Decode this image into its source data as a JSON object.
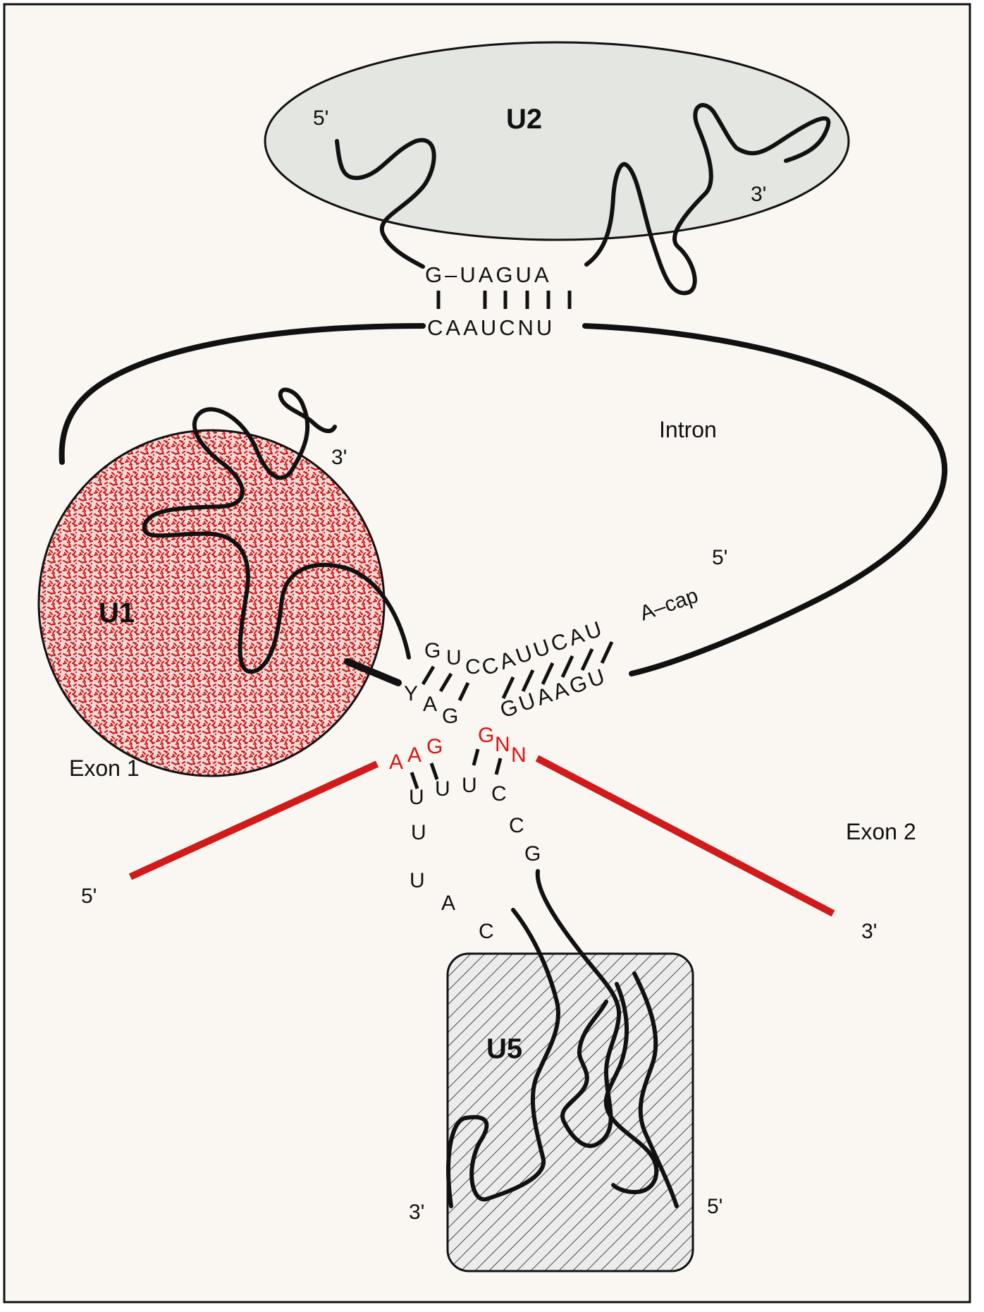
{
  "particles": {
    "u2": "U2",
    "u1": "U1",
    "u5": "U5"
  },
  "labels": {
    "intron": "Intron",
    "exon1": "Exon 1",
    "exon2": "Exon 2",
    "cap": "A–cap",
    "u2_5prime": "5'",
    "u2_3prime": "3'",
    "u1_3prime": "3'",
    "intron_5prime": "5'",
    "exon1_5prime": "5'",
    "exon2_3prime": "3'",
    "u5_3prime": "3'",
    "u5_5prime": "5'"
  },
  "sequences": {
    "u2_top": "G–UAGUA",
    "branch_bottom": "CAAUCNU",
    "u1_upper": "CAUUCAU",
    "u1_lower": "GUAAGU",
    "gu": [
      "G",
      "U",
      "C"
    ],
    "yag": [
      "Y",
      "A",
      "G"
    ],
    "aag": [
      "A",
      "A",
      "G"
    ],
    "gnn": [
      "G",
      "N",
      "N"
    ],
    "u5_left": [
      "U",
      "U",
      "U",
      "A",
      "C"
    ],
    "u5_right": [
      "U",
      "C",
      "C",
      "G"
    ]
  },
  "colors": {
    "exon": "#d11a1a",
    "u2_fill": "#e3e6e1",
    "u1_fill": "#f3d9d6",
    "u1_speckle": "#cc1b1b",
    "u5_fill": "#e8e8e8"
  }
}
